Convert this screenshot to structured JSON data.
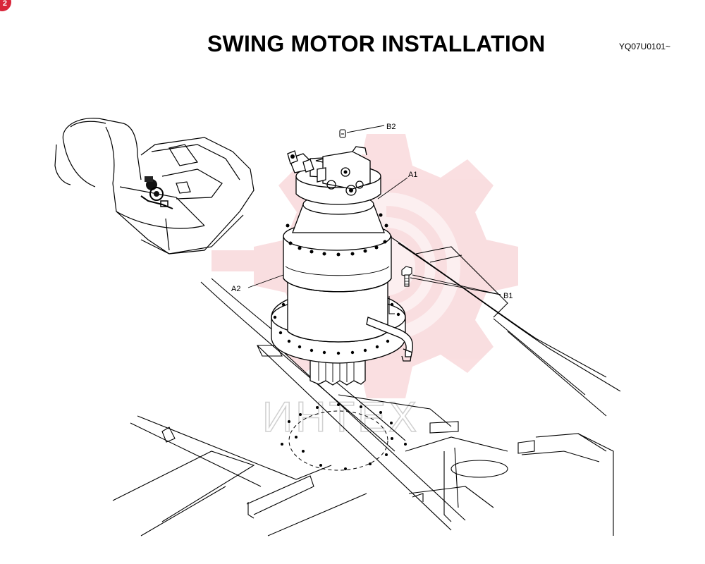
{
  "page": {
    "number": "2"
  },
  "header": {
    "title": "SWING MOTOR INSTALLATION",
    "serial": "YQ07U0101~"
  },
  "callouts": {
    "b2": "B2",
    "a1": "A1",
    "a2": "A2",
    "b1": "B1"
  },
  "watermark": {
    "text": "ИНТЕХ",
    "color": "#f5c4c8"
  }
}
